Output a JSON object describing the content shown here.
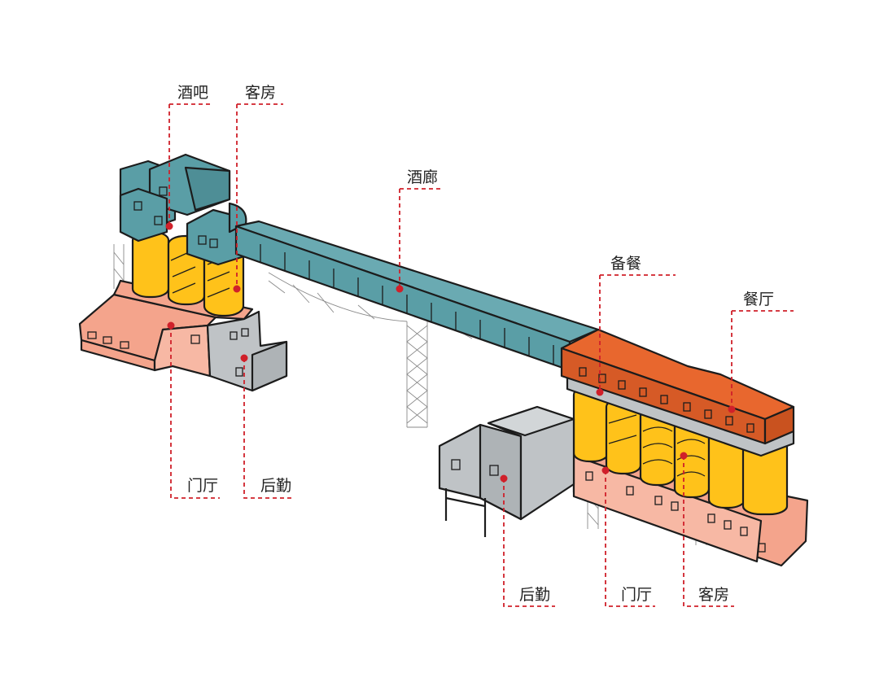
{
  "colors": {
    "bar_corridor": "#5a9ea6",
    "guest_rooms": "#ffc21a",
    "lobby": "#f4a48c",
    "logistics": "#bfc3c6",
    "dining": "#e8672e",
    "leader_line": "#d0202a"
  },
  "labels": {
    "bar": "酒吧",
    "guest_rooms_left": "客房",
    "wine_corridor": "酒廊",
    "preparation": "备餐",
    "restaurant": "餐厅",
    "lobby_left": "门厅",
    "logistics_left": "后勤",
    "logistics_right": "后勤",
    "lobby_right": "门厅",
    "guest_rooms_right": "客房"
  }
}
